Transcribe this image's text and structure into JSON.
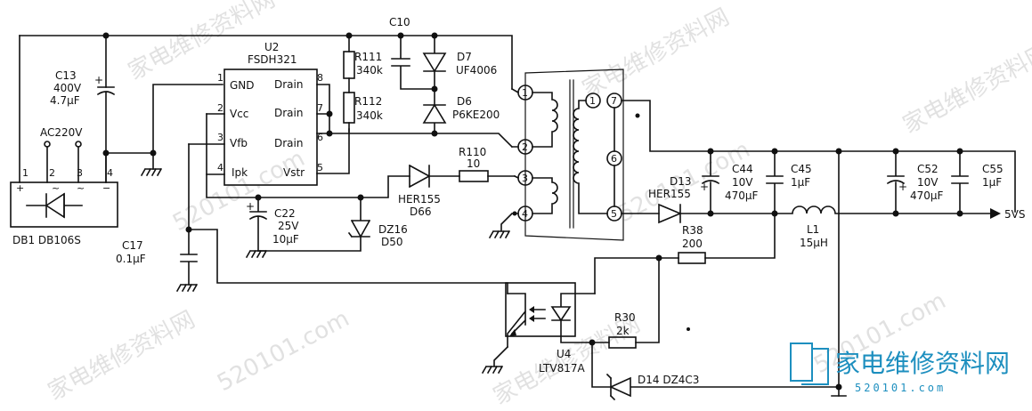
{
  "watermark": {
    "brand": "家电维修资料网",
    "url_small": "520101.com",
    "bg_text_a": "家电维修资料网",
    "bg_text_b": "520101.com"
  },
  "components": {
    "u2": {
      "ref": "U2",
      "part": "FSDH321",
      "pins": {
        "p1": "1",
        "p2": "2",
        "p3": "3",
        "p4": "4",
        "p5": "5",
        "p6": "6",
        "p7": "7",
        "p8": "8"
      },
      "pin_names": {
        "gnd": "GND",
        "vcc": "Vcc",
        "vfb": "Vfb",
        "ipk": "Ipk",
        "drain1": "Drain",
        "drain2": "Drain",
        "drain3": "Drain",
        "vstr": "Vstr"
      }
    },
    "c13": {
      "ref": "C13",
      "v": "400V",
      "val": "4.7μF"
    },
    "db1": {
      "ref": "DB1 DB106S",
      "ac": "AC220V",
      "pins": [
        "1",
        "2",
        "3",
        "4"
      ],
      "plus": "+",
      "tilde1": "~",
      "tilde2": "~",
      "minus": "−"
    },
    "c17": {
      "ref": "C17",
      "val": "0.1μF"
    },
    "c22": {
      "ref": "C22",
      "v": "25V",
      "val": "10μF"
    },
    "dz16": {
      "ref": "DZ16",
      "part": "D50"
    },
    "her155a": {
      "ref": "HER155",
      "part": "D66"
    },
    "r110": {
      "ref": "R110",
      "val": "10"
    },
    "r111": {
      "ref": "R111",
      "val": "340k"
    },
    "r112": {
      "ref": "R112",
      "val": "340k"
    },
    "c10": {
      "ref": "C10"
    },
    "d7": {
      "ref": "D7",
      "part": "UF4006"
    },
    "d6": {
      "ref": "D6",
      "part": "P6KE200"
    },
    "transformer": {
      "pins": [
        "1",
        "2",
        "3",
        "4",
        "5",
        "6",
        "7"
      ]
    },
    "d13": {
      "ref": "D13",
      "part": "HER155"
    },
    "c44": {
      "ref": "C44",
      "v": "10V",
      "val": "470μF"
    },
    "c45": {
      "ref": "C45",
      "val": "1μF"
    },
    "c52": {
      "ref": "C52",
      "v": "10V",
      "val": "470μF"
    },
    "c55": {
      "ref": "C55",
      "val": "1μF"
    },
    "r38": {
      "ref": "R38",
      "val": "200"
    },
    "l1": {
      "ref": "L1",
      "val": "15μH"
    },
    "u4": {
      "ref": "U4",
      "part": "LTV817A"
    },
    "r30": {
      "ref": "R30",
      "val": "2k"
    },
    "d14": {
      "ref": "D14 DZ4C3"
    },
    "output": {
      "label": "5VS"
    }
  }
}
